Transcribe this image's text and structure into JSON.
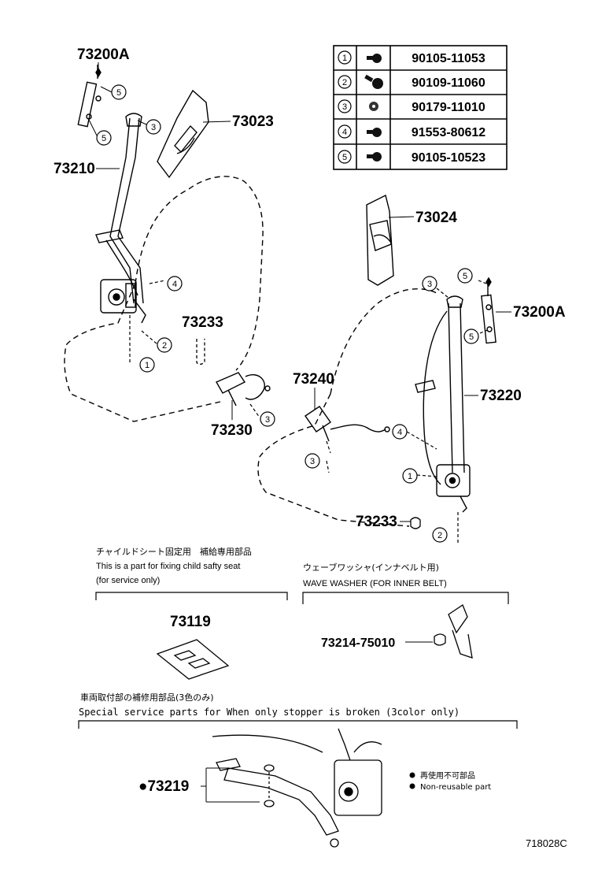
{
  "hardware_table": [
    {
      "num": "1",
      "part": "90105-11053"
    },
    {
      "num": "2",
      "part": "90109-11060"
    },
    {
      "num": "3",
      "part": "90179-11010"
    },
    {
      "num": "4",
      "part": "91553-80612"
    },
    {
      "num": "5",
      "part": "90105-10523"
    }
  ],
  "labels": {
    "p73200A_left": "73200A",
    "p73023": "73023",
    "p73210": "73210",
    "p73233_left": "73233",
    "p73230": "73230",
    "p73024": "73024",
    "p73200A_right": "73200A",
    "p73240": "73240",
    "p73220": "73220",
    "p73233_right": "73233",
    "p73119": "73119",
    "p73214": "73214-75010",
    "p73219": "●73219"
  },
  "callouts": {
    "c1": "1",
    "c2": "2",
    "c3": "3",
    "c4": "4",
    "c5": "5"
  },
  "notes": {
    "child_seat_jp": "チャイルドシート固定用　補給専用部品",
    "child_seat_en1": "This is a part for fixing child safty seat",
    "child_seat_en2": "(for service only)",
    "wave_washer_jp": "ウェーブワッシャ(インナベルト用)",
    "wave_washer_en": "WAVE WASHER (FOR INNER BELT)",
    "special_jp": "車両取付部の補修用部品(3色のみ)",
    "special_en": "Special   service   parts   for   When   only   stopper   is   broken   (3color   only)",
    "legend_jp": "再使用不可部品",
    "legend_en": "Non-reusable part"
  },
  "ref_code": "718028C"
}
